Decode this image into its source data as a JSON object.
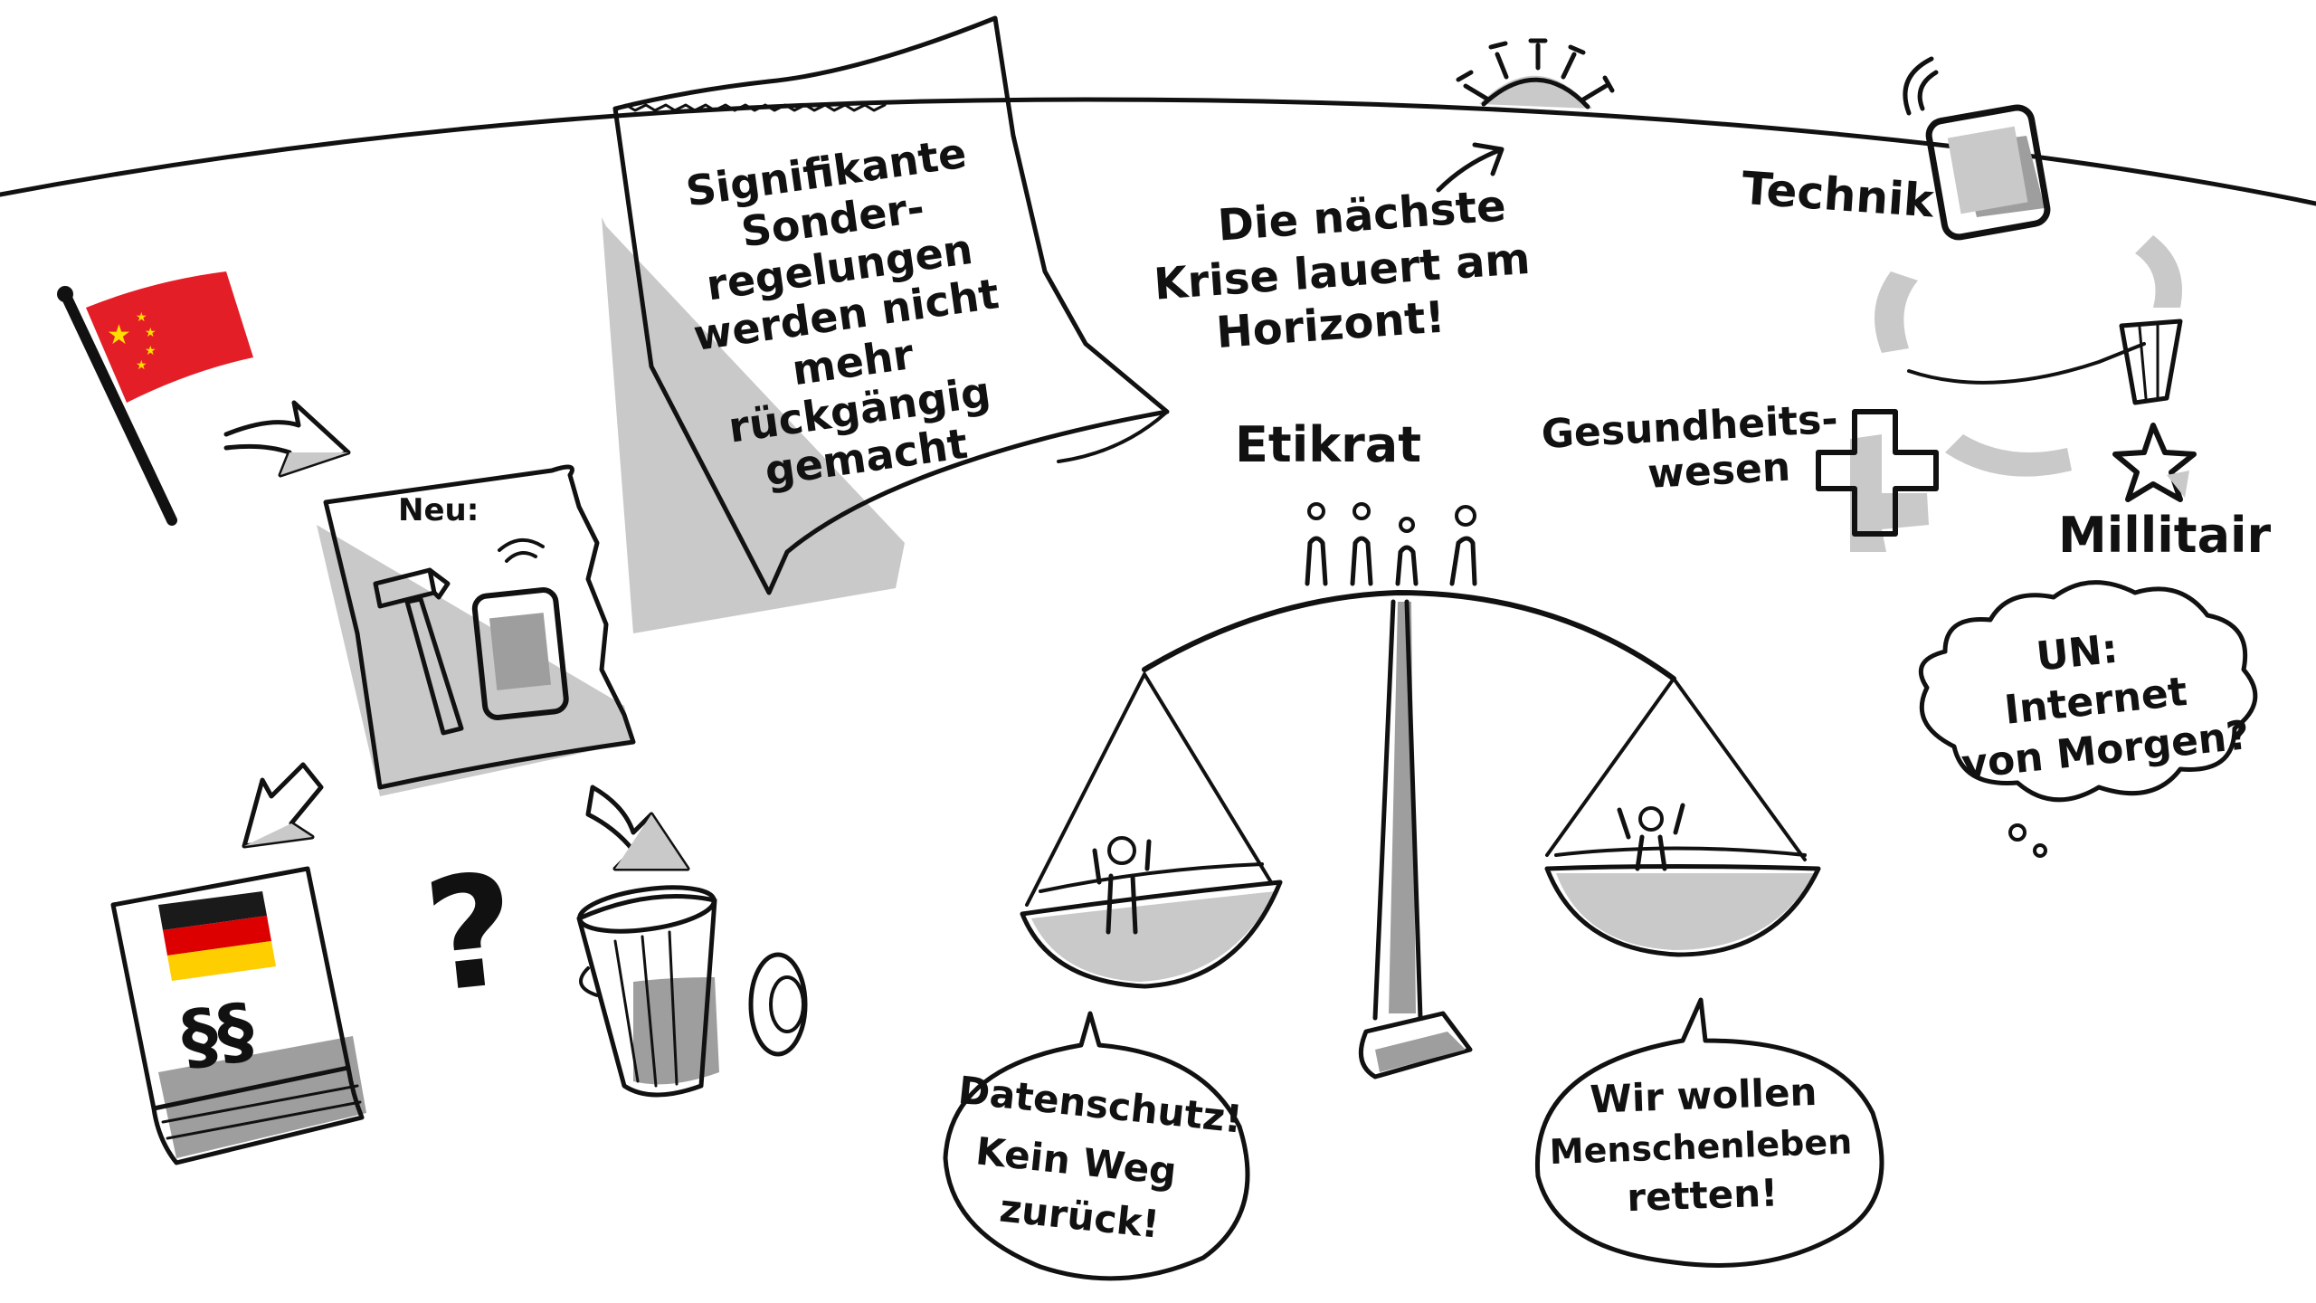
{
  "note": {
    "lines": [
      "Signifikante",
      "Sonder-",
      "regelungen",
      "werden nicht",
      "mehr",
      "rückgängig",
      "gemacht"
    ]
  },
  "crisis": {
    "lines": [
      "Die nächste",
      "Krise lauert am",
      "Horizont!"
    ]
  },
  "labels": {
    "technik": "Technik",
    "etikrat": "Etikrat",
    "gesundheit": [
      "Gesundheits-",
      "wesen"
    ],
    "militair": "Millitair",
    "neu": "Neu:"
  },
  "un_cloud": {
    "lines": [
      "UN:",
      "Internet",
      "von Morgen?"
    ]
  },
  "bubble_left": {
    "lines": [
      "Datenschutz!",
      "Kein Weg",
      "zurück!"
    ]
  },
  "bubble_right": {
    "lines": [
      "Wir wollen",
      "Menschenleben",
      "retten!"
    ]
  },
  "book": {
    "symbol": "§§"
  },
  "question": {
    "mark": "?"
  },
  "colors": {
    "ink": "#111111",
    "flag_china": "#e41e26",
    "flag_star": "#ffde00",
    "de_black": "#1a1a1a",
    "de_red": "#dd0000",
    "de_gold": "#ffce00",
    "shadow": "#c9c9c9"
  }
}
